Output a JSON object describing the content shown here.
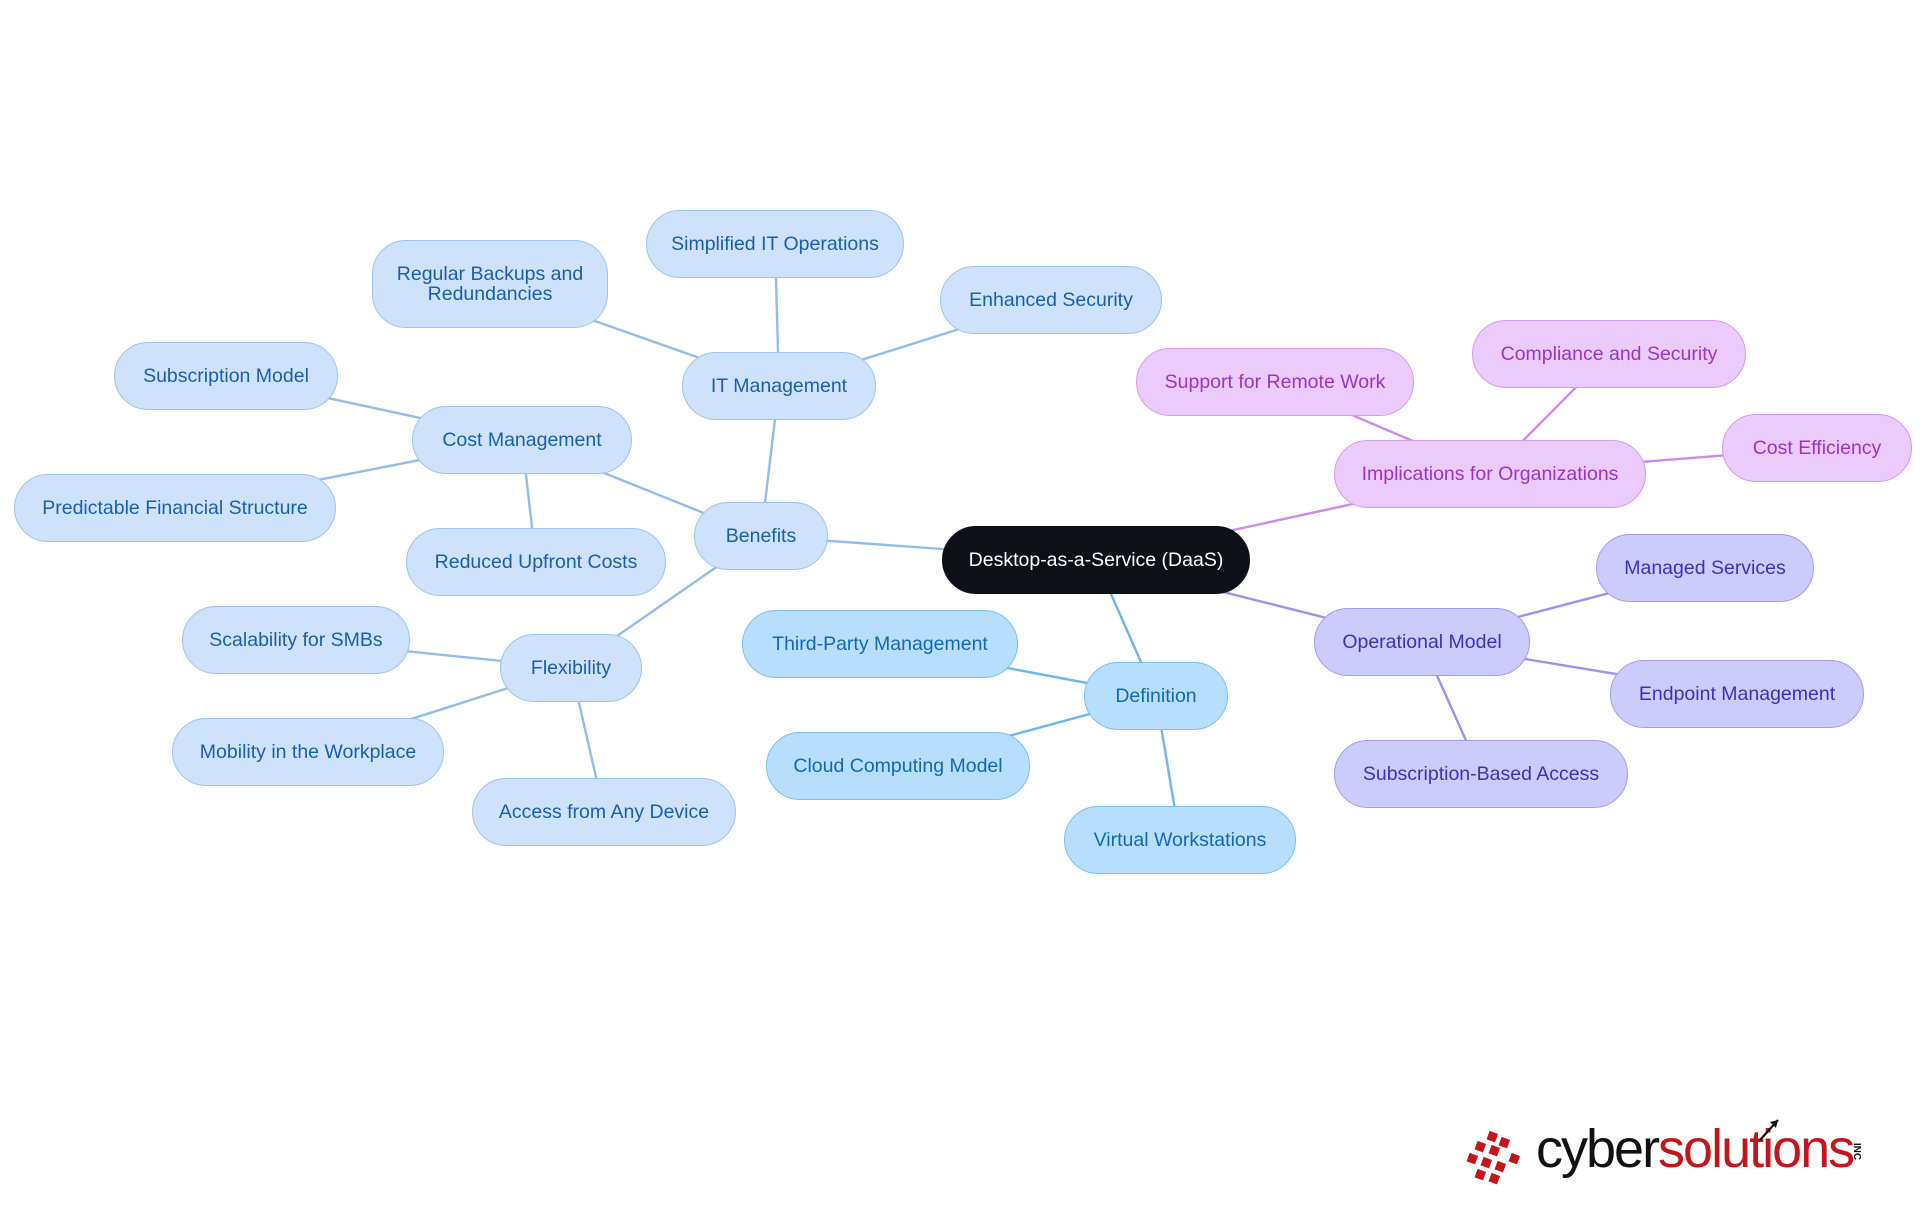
{
  "colors": {
    "root_fill": "#0d1117",
    "benefits_fill": "#cfe2fb",
    "benefits_edge": "#92bde8",
    "definition_fill": "#b7dffd",
    "definition_edge": "#6fb6e8",
    "implications_fill": "#ebcbfb",
    "implications_edge": "#cf8ae8",
    "operational_fill": "#cdcafc",
    "operational_edge": "#9a92ec",
    "logo_red": "#c3161c"
  },
  "root": {
    "label": "Desktop-as-a-Service (DaaS)"
  },
  "branches": {
    "benefits": {
      "label": "Benefits",
      "it_management": {
        "label": "IT Management",
        "children": [
          "Simplified IT Operations",
          "Regular Backups and Redundancies",
          "Enhanced Security"
        ]
      },
      "cost_management": {
        "label": "Cost Management",
        "children": [
          "Subscription Model",
          "Predictable Financial Structure",
          "Reduced Upfront Costs"
        ]
      },
      "flexibility": {
        "label": "Flexibility",
        "children": [
          "Scalability for SMBs",
          "Mobility in the Workplace",
          "Access from Any Device"
        ]
      }
    },
    "definition": {
      "label": "Definition",
      "children": [
        "Third-Party Management",
        "Cloud Computing Model",
        "Virtual Workstations"
      ]
    },
    "implications": {
      "label": "Implications for Organizations",
      "children": [
        "Support for Remote Work",
        "Compliance and Security",
        "Cost Efficiency"
      ]
    },
    "operational": {
      "label": "Operational Model",
      "children": [
        "Managed Services",
        "Endpoint Management",
        "Subscription-Based Access"
      ]
    }
  },
  "logo": {
    "part1": "cyber",
    "part2": "solutions",
    "suffix": "INC"
  }
}
